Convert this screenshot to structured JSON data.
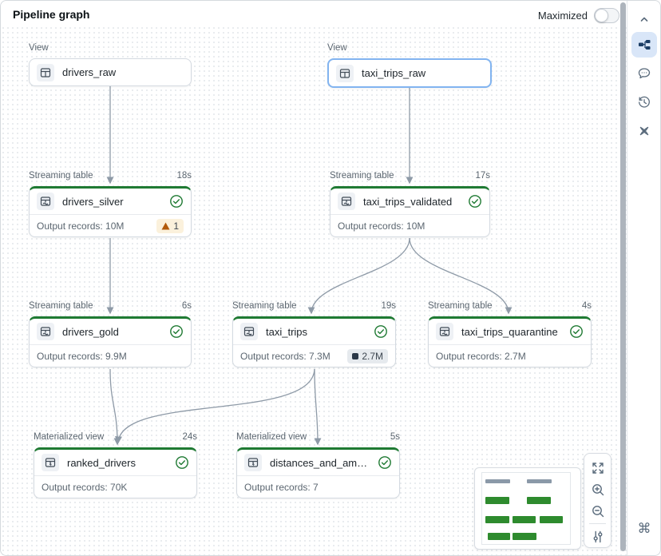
{
  "header": {
    "title": "Pipeline graph",
    "maximized_label": "Maximized",
    "maximized_state": "off"
  },
  "canvas": {
    "nodes": [
      {
        "id": "drivers_raw",
        "type_label": "View",
        "name": "drivers_raw",
        "selected": false
      },
      {
        "id": "taxi_trips_raw",
        "type_label": "View",
        "name": "taxi_trips_raw",
        "selected": true
      },
      {
        "id": "drivers_silver",
        "type_label": "Streaming table",
        "duration": "18s",
        "name": "drivers_silver",
        "status": "success",
        "output_label": "Output records: 10M",
        "badge": {
          "type": "warning",
          "value": "1"
        }
      },
      {
        "id": "taxi_trips_validated",
        "type_label": "Streaming table",
        "duration": "17s",
        "name": "taxi_trips_validated",
        "status": "success",
        "output_label": "Output records: 10M"
      },
      {
        "id": "drivers_gold",
        "type_label": "Streaming table",
        "duration": "6s",
        "name": "drivers_gold",
        "status": "success",
        "output_label": "Output records: 9.9M"
      },
      {
        "id": "taxi_trips",
        "type_label": "Streaming table",
        "duration": "19s",
        "name": "taxi_trips",
        "status": "success",
        "output_label": "Output records: 7.3M",
        "badge": {
          "type": "metric",
          "value": "2.7M"
        }
      },
      {
        "id": "taxi_trips_quarantine",
        "type_label": "Streaming table",
        "duration": "4s",
        "name": "taxi_trips_quarantine",
        "status": "success",
        "output_label": "Output records: 2.7M"
      },
      {
        "id": "ranked_drivers",
        "type_label": "Materialized view",
        "duration": "24s",
        "name": "ranked_drivers",
        "status": "success",
        "output_label": "Output records: 70K"
      },
      {
        "id": "distances_and_amounts",
        "type_label": "Materialized view",
        "duration": "5s",
        "name": "distances_and_amounts_b...",
        "status": "success",
        "output_label": "Output records: 7"
      }
    ],
    "edges": [
      {
        "from": "drivers_raw",
        "to": "drivers_silver"
      },
      {
        "from": "taxi_trips_raw",
        "to": "taxi_trips_validated"
      },
      {
        "from": "drivers_silver",
        "to": "drivers_gold"
      },
      {
        "from": "taxi_trips_validated",
        "to": "taxi_trips"
      },
      {
        "from": "taxi_trips_validated",
        "to": "taxi_trips_quarantine"
      },
      {
        "from": "drivers_gold",
        "to": "ranked_drivers"
      },
      {
        "from": "taxi_trips",
        "to": "ranked_drivers"
      },
      {
        "from": "taxi_trips",
        "to": "distances_and_amounts"
      }
    ]
  },
  "right_toolbar": {
    "icons": [
      "chevron-up",
      "pipeline-graph",
      "comments",
      "history",
      "assistant-sparkle"
    ],
    "active_icon": "pipeline-graph",
    "bottom_icon": "command"
  },
  "zoom_controls": [
    "fit-view",
    "zoom-in",
    "zoom-out",
    "display-settings"
  ],
  "minimap": {
    "bar_colors": {
      "view": "#8b99a8",
      "table": "#2e8b2e"
    }
  },
  "colors": {
    "success_green": "#1f7a33",
    "selected_blue": "#82b4f0",
    "edge_gray": "#8e9aa7",
    "warning_badge_bg": "#fbf1dc",
    "warning_icon": "#b25a0c",
    "metric_badge_bg": "#e6eaee",
    "sidebar_active_bg": "#d9e6f8",
    "sidebar_active_icon": "#1c3e66"
  }
}
